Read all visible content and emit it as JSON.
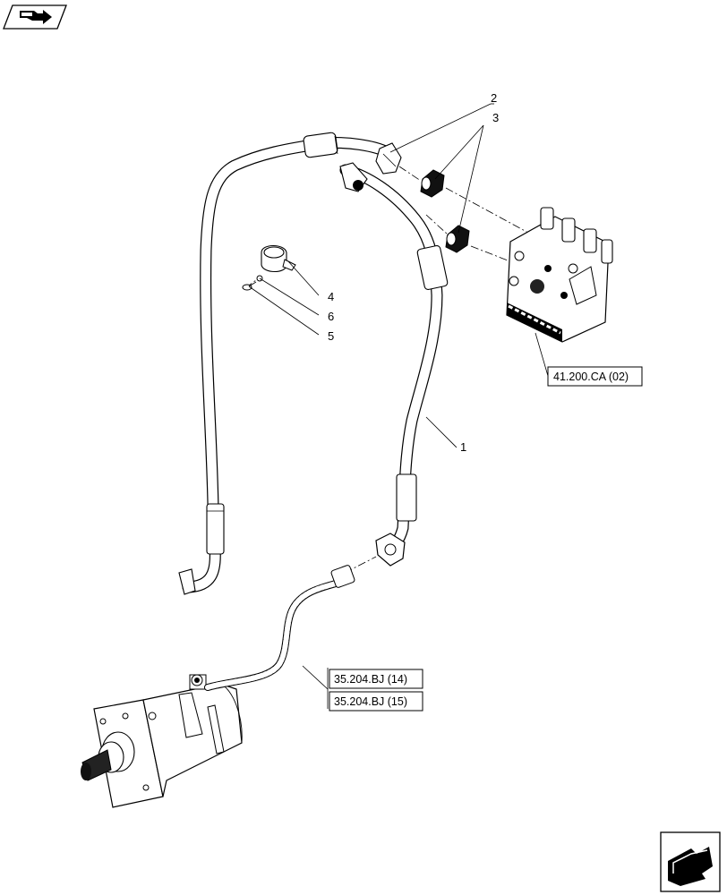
{
  "callouts": {
    "n1": "1",
    "n2": "2",
    "n3": "3",
    "n4": "4",
    "n5": "5",
    "n6": "6"
  },
  "references": {
    "steering_unit": "41.200.CA (02)",
    "pump_ref_a": "35.204.BJ (14)",
    "pump_ref_b": "35.204.BJ (15)"
  },
  "icons": {
    "top_left": "book-arrow-icon",
    "bottom_right": "next-page-arrow-icon"
  }
}
